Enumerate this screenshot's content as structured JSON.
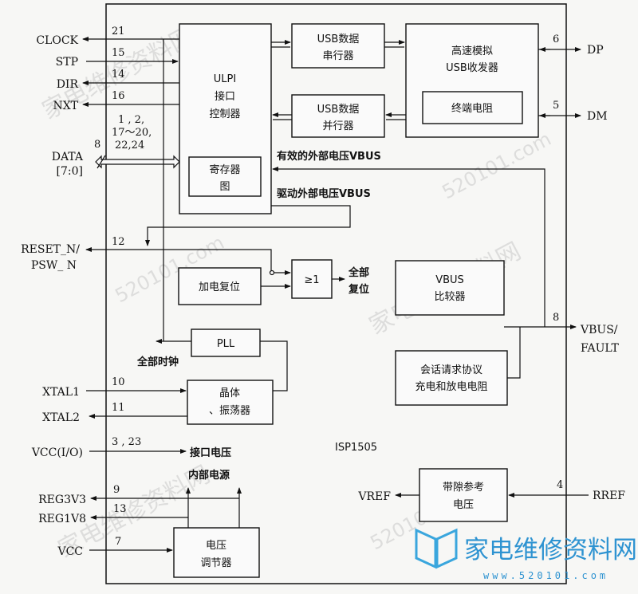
{
  "chip_name": "ISP1505",
  "blocks": {
    "ulpi": [
      "ULPI",
      "接口",
      "控制器"
    ],
    "register_map": [
      "寄存器",
      "图"
    ],
    "usb_serializer": [
      "USB数据",
      "串行器"
    ],
    "usb_deserializer": [
      "USB数据",
      "并行器"
    ],
    "hs_transceiver": [
      "高速模拟",
      "USB收发器"
    ],
    "termination": "终端电阻",
    "power_on_reset": "加电复位",
    "or_gate": "≥1",
    "vbus_comparator": [
      "VBUS",
      "比较器"
    ],
    "srp_resistor": [
      "会话请求协议",
      "充电和放电电阻"
    ],
    "pll": "PLL",
    "crystal_osc": [
      "晶体",
      "、振荡器"
    ],
    "bandgap": [
      "带隙参考",
      "电压"
    ],
    "regulator": [
      "电压",
      "调节器"
    ]
  },
  "labels": {
    "valid_vbus": "有效的外部电压VBUS",
    "drive_vbus": "驱动外部电压VBUS",
    "global_reset": [
      "全部",
      "复位"
    ],
    "all_clock": "全部时钟",
    "interface_voltage": "接口电压",
    "internal_power": "内部电源"
  },
  "signals": {
    "clock": "CLOCK",
    "stp": "STP",
    "dir": "DIR",
    "nxt": "NXT",
    "data": [
      "DATA",
      "[7:0]"
    ],
    "reset": [
      "RESET_N/",
      "PSW_ N"
    ],
    "xtal1": "XTAL1",
    "xtal2": "XTAL2",
    "vcc_io": "VCC(I/O)",
    "reg3v3": "REG3V3",
    "reg1v8": "REG1V8",
    "vcc": "VCC",
    "dp": "DP",
    "dm": "DM",
    "vbus_fault": [
      "VBUS/",
      "FAULT"
    ],
    "rref": "RREF",
    "vref": "VREF"
  },
  "pins": {
    "clock": "21",
    "stp": "15",
    "dir": "14",
    "nxt": "16",
    "data": [
      "1 , 2,",
      "17～20,",
      "22,24"
    ],
    "data_width": "8",
    "reset": "12",
    "xtal1": "10",
    "xtal2": "11",
    "vcc_io": "3 , 23",
    "reg3v3": "9",
    "reg1v8": "13",
    "vcc": "7",
    "dp": "6",
    "dm": "5",
    "vbus": "8",
    "rref": "4"
  },
  "watermark": {
    "site_cn": "家电维修资料网",
    "site_url": "520101.com",
    "logo_text": "家电维修资料网",
    "logo_url": "www.520101.com"
  }
}
